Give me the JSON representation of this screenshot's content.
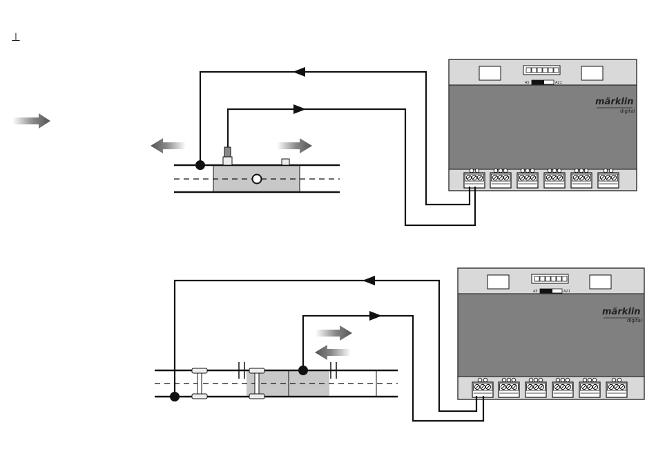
{
  "page": {
    "marker": "⊥"
  },
  "diagrams": [
    {
      "module": {
        "brand": "märklin",
        "sub": "digital",
        "dip_left": "A5",
        "dip_right": "A21"
      }
    },
    {
      "module": {
        "brand": "märklin",
        "sub": "digital",
        "dip_left": "A5",
        "dip_right": "A21"
      }
    }
  ],
  "colors": {
    "line": "#111111",
    "module_dark": "#808080",
    "module_light": "#d9d9d9",
    "contact_zone": "#c8c8c8"
  },
  "icons": [
    "arrow-right-icon",
    "arrow-left-icon",
    "terminal-block-icon"
  ]
}
